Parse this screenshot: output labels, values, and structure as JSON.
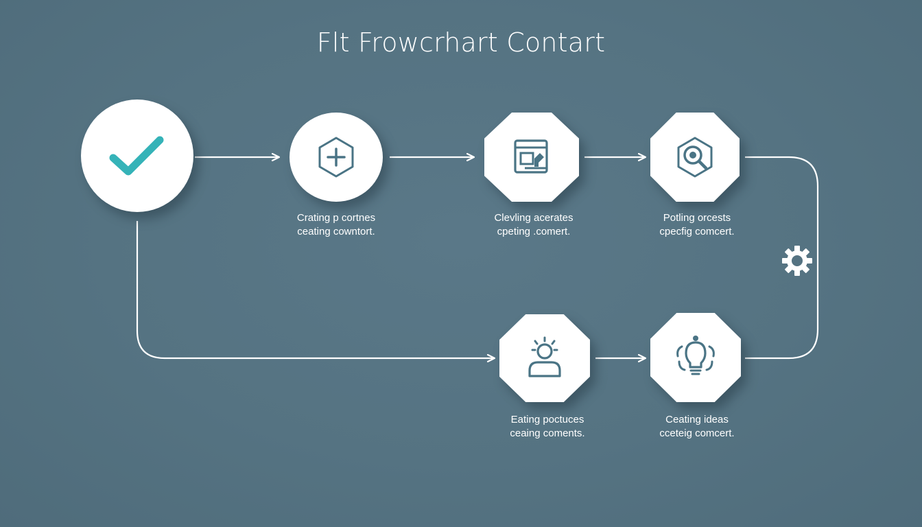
{
  "title": "Flt Frowcrhart Contart",
  "colors": {
    "background": "#557382",
    "node_fill": "#ffffff",
    "icon_stroke": "#4a7485",
    "check_accent": "#35b3b8",
    "connector": "#ffffff"
  },
  "steps": [
    {
      "icon": "check-icon",
      "line1": "",
      "line2": ""
    },
    {
      "icon": "plus-hexagon-icon",
      "line1": "Crating p cortnes",
      "line2": "ceating cowntort."
    },
    {
      "icon": "edit-window-icon",
      "line1": "Clevling acerates",
      "line2": "cpeting .comert."
    },
    {
      "icon": "search-hexagon-icon",
      "line1": "Potling orcests",
      "line2": "cpecfig comcert."
    },
    {
      "icon": "user-idea-icon",
      "line1": "Eating poctuces",
      "line2": "ceaing coments."
    },
    {
      "icon": "lightbulb-icon",
      "line1": "Ceating ideas",
      "line2": "cceteig comcert."
    }
  ],
  "side_icon": "gear-icon"
}
